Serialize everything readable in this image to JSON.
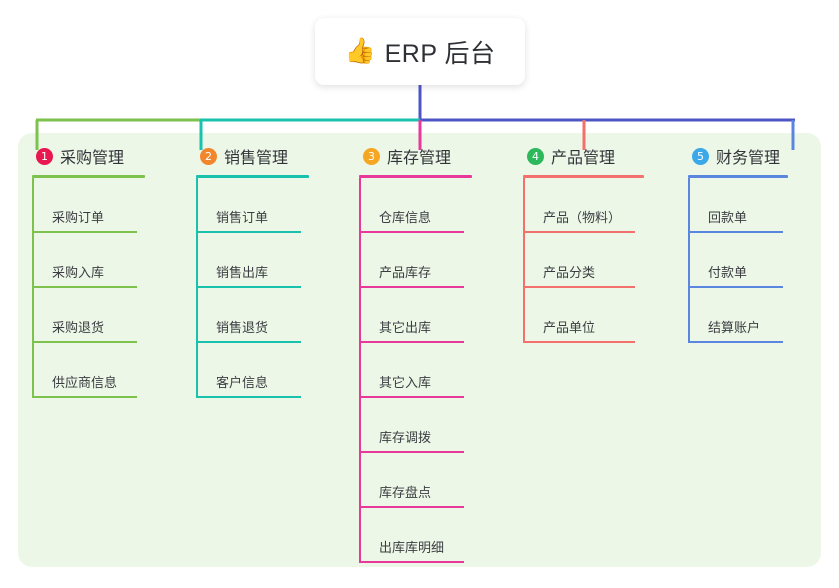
{
  "diagram": {
    "type": "mind-map",
    "root": {
      "emoji": "👍",
      "emoji_name": "thumbs-up-emoji",
      "title": "ERP 后台"
    },
    "panel_background": "#edf7e7",
    "bus": {
      "segments": [
        {
          "name": "bus-green",
          "color": "#7cc24c"
        },
        {
          "name": "bus-teal",
          "color": "#18c2ad"
        },
        {
          "name": "bus-indigo",
          "color": "#4d55c4"
        }
      ],
      "stem_color": "#4d55c4"
    },
    "columns": [
      {
        "index": "1",
        "title": "采购管理",
        "badge_color": "#e8174f",
        "line_color": "#7cc24c",
        "items": [
          "采购订单",
          "采购入库",
          "采购退货",
          "供应商信息"
        ]
      },
      {
        "index": "2",
        "title": "销售管理",
        "badge_color": "#f2862c",
        "line_color": "#18c2ad",
        "items": [
          "销售订单",
          "销售出库",
          "销售退货",
          "客户信息"
        ]
      },
      {
        "index": "3",
        "title": "库存管理",
        "badge_color": "#f5a623",
        "line_color": "#e8399b",
        "items": [
          "仓库信息",
          "产品库存",
          "其它出库",
          "其它入库",
          "库存调拨",
          "库存盘点",
          "出库库明细"
        ]
      },
      {
        "index": "4",
        "title": "产品管理",
        "badge_color": "#2eb85c",
        "line_color": "#f4706b",
        "items": [
          "产品（物料）",
          "产品分类",
          "产品单位"
        ]
      },
      {
        "index": "5",
        "title": "财务管理",
        "badge_color": "#3ba9e8",
        "line_color": "#5b86e0",
        "items": [
          "回款单",
          "付款单",
          "结算账户"
        ]
      }
    ]
  }
}
